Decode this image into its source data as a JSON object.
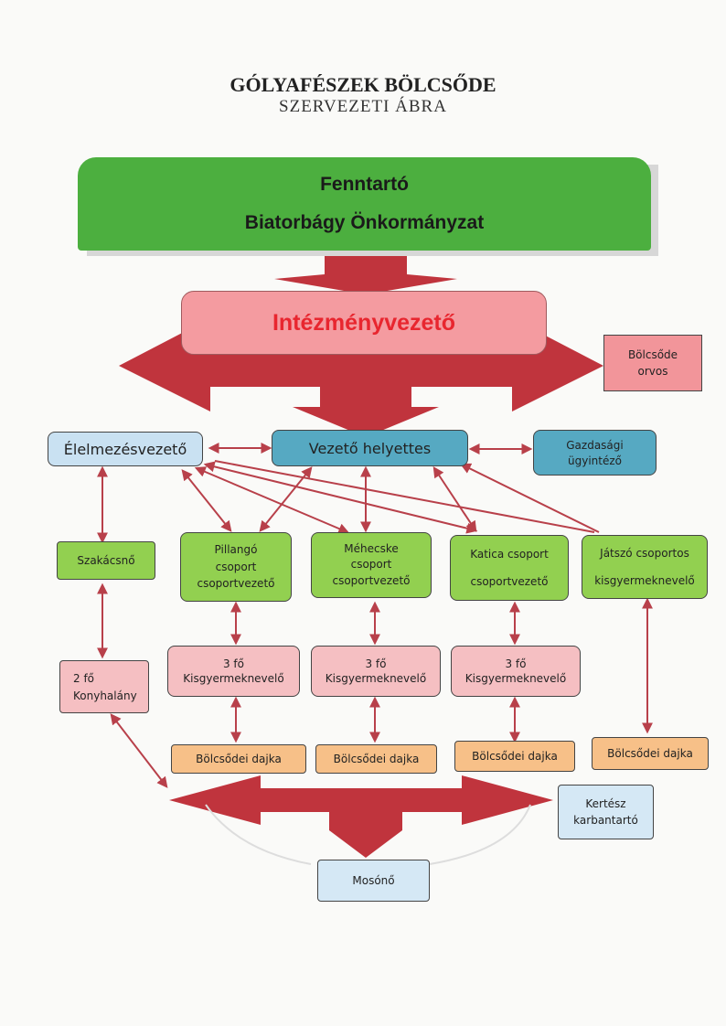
{
  "title": "GÓLYAFÉSZEK BÖLCSŐDE",
  "subtitle": "SZERVEZETI ÁBRA",
  "nodes": {
    "fenntarto": {
      "line1": "Fenntartó",
      "line2": "Biatorbágy Önkormányzat"
    },
    "intezmenyvezeto": "Intézményvezető",
    "orvos": {
      "line1": "Bölcsőde",
      "line2": "orvos"
    },
    "elelmezesvezeto": "Élelmezésvezető",
    "vezeto_helyettes": "Vezető helyettes",
    "gazdasagi": {
      "line1": "Gazdasági",
      "line2": "ügyintéző"
    },
    "szakacsno": "Szakácsnő",
    "pillango": {
      "line1": "Pillangó",
      "line2": "csoport",
      "line3": "csoportvezető"
    },
    "mehecske": {
      "line1": "Méhecske",
      "line2": "csoport",
      "line3": "csoportvezető"
    },
    "katica": {
      "line1": "Katica csoport",
      "line2": "csoportvezető"
    },
    "jatszo": {
      "line1": "Játszó csoportos",
      "line2": "kisgyermeknevelő"
    },
    "konyhalany": {
      "line1": "2 fő",
      "line2": "Konyhalány"
    },
    "kisgy1": {
      "line1": "3 fő",
      "line2": "Kisgyermeknevelő"
    },
    "kisgy2": {
      "line1": "3 fő",
      "line2": "Kisgyermeknevelő"
    },
    "kisgy3": {
      "line1": "3 fő",
      "line2": "Kisgyermeknevelő"
    },
    "dajka1": "Bölcsődei dajka",
    "dajka2": "Bölcsődei dajka",
    "dajka3": "Bölcsődei dajka",
    "dajka4": "Bölcsődei dajka",
    "kertesz": {
      "line1": "Kertész",
      "line2": "karbantartó"
    },
    "mosono": "Mosónő"
  },
  "colors": {
    "green": "#92d050",
    "arrow_red": "#c0343d",
    "intezmeny_text": "#e8262f",
    "teal": "#56a9c2",
    "pink": "#f5bfc2",
    "orange": "#f7c088",
    "light_blue": "#d5e8f5"
  }
}
